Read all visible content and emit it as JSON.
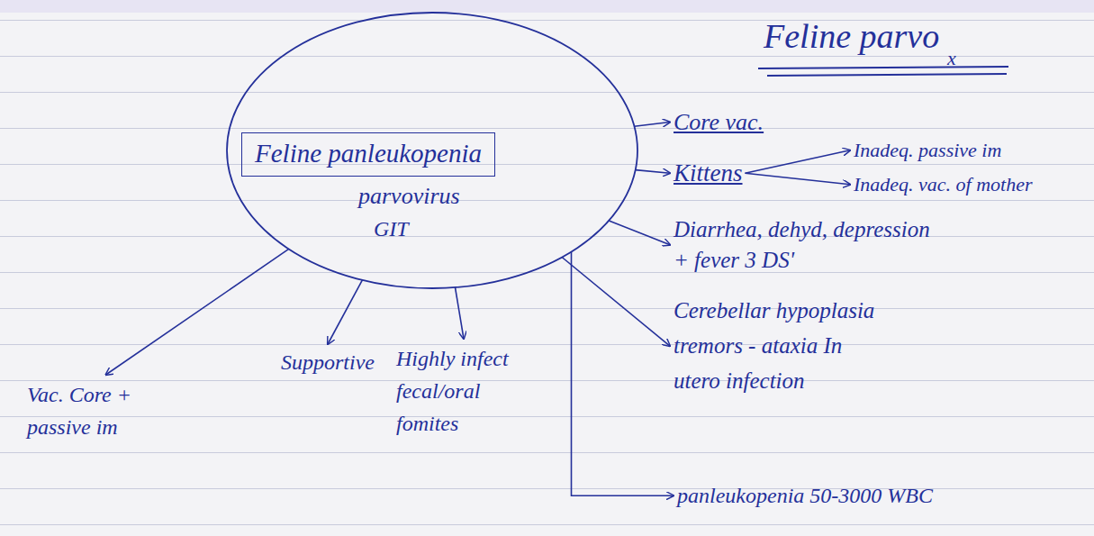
{
  "diagram": {
    "title": "Feline parvo",
    "nodes": [
      {
        "text": [
          "parvovirus",
          "GIT"
        ]
      },
      {
        "text": [
          "Feline panleukopenia"
        ],
        "in": 0
      },
      {
        "text": [
          "Core vac."
        ]
      },
      {
        "text": [
          "Kittens"
        ]
      },
      {
        "text": [
          "Inadeq. passive im"
        ]
      },
      {
        "text": [
          "Inadeq. vac. of mother"
        ]
      },
      {
        "text": [
          "Diarrhea, dehyd, depression + fever 3 DS'"
        ]
      },
      {
        "text": [
          "Cerebellar hypoplasia tremors - ataxia In utero infection"
        ]
      },
      {
        "text": [
          "panleukopenia 50-3000 WBC"
        ]
      },
      {
        "text": [
          "Highly infect fecal/oral fomites"
        ]
      },
      {
        "text": [
          "Supportive"
        ]
      },
      {
        "text": [
          "Vac. Core + passive im"
        ]
      }
    ],
    "edges": [
      {
        "from": 0,
        "to": 2,
        "arrow": "to"
      },
      {
        "from": 0,
        "to": 3,
        "arrow": "to"
      },
      {
        "from": 3,
        "to": 4,
        "arrow": "to"
      },
      {
        "from": 3,
        "to": 5,
        "arrow": "to"
      },
      {
        "from": 0,
        "to": 6,
        "arrow": "to"
      },
      {
        "from": 0,
        "to": 7,
        "arrow": "to"
      },
      {
        "from": 0,
        "to": 8,
        "arrow": "to"
      },
      {
        "from": 0,
        "to": 9,
        "arrow": "to"
      },
      {
        "from": 0,
        "to": 10,
        "arrow": "to"
      },
      {
        "from": 0,
        "to": 11,
        "arrow": "to"
      }
    ],
    "labels": [
      "x"
    ]
  }
}
